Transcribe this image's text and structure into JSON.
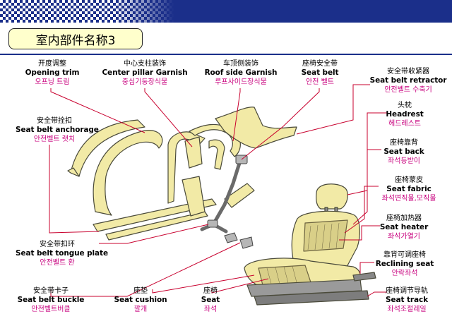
{
  "title": "室内部件名称3",
  "colors": {
    "accent": "#1b2f8a",
    "title_bg": "#ffffcc",
    "korean_text": "#c8007e",
    "leader_line": "#c8002e",
    "part_fill": "#f2eaa6"
  },
  "labels": {
    "opening_trim": {
      "zh": "开度调整",
      "en": "Opening trim",
      "ko": "오프닝 트림"
    },
    "center_pillar_garnish": {
      "zh": "中心支柱装饰",
      "en": "Center pillar Garnish",
      "ko": "중심기둥장식물"
    },
    "roof_side_garnish": {
      "zh": "车顶侧装饰",
      "en": "Roof side Garnish",
      "ko": "루프사이드장식물"
    },
    "seat_belt": {
      "zh": "座椅安全带",
      "en": "Seat belt",
      "ko": "안전 벨트"
    },
    "seat_belt_retractor": {
      "zh": "安全带收紧器",
      "en": "Seat belt retractor",
      "ko": "안전벨트 수축기"
    },
    "seat_belt_anchorage": {
      "zh": "安全带拴扣",
      "en": "Seat belt anchorage",
      "ko": "안전벨트 랫치"
    },
    "headrest": {
      "zh": "头枕",
      "en": "Headrest",
      "ko": "헤드레스트"
    },
    "seat_back": {
      "zh": "座椅靠背",
      "en": "Seat back",
      "ko": "좌석등받이"
    },
    "seat_fabric": {
      "zh": "座椅蒙皮",
      "en": "Seat fabric",
      "ko": "좌석면직물,모직물"
    },
    "seat_heater": {
      "zh": "座椅加热器",
      "en": "Seat heater",
      "ko": "좌석가열기"
    },
    "seat_belt_tongue_plate": {
      "zh": "安全带扣环",
      "en": "Seat belt tongue plate",
      "ko": "안전벨트 환"
    },
    "reclining_seat": {
      "zh": "靠背可调座椅",
      "en": "Reclining seat",
      "ko": "안락좌석"
    },
    "seat_belt_buckle": {
      "zh": "安全带卡子",
      "en": "Seat belt buckle",
      "ko": "안전벨트버클"
    },
    "seat_cushion": {
      "zh": "座垫",
      "en": "Seat cushion",
      "ko": "깔개"
    },
    "seat": {
      "zh": "座椅",
      "en": "Seat",
      "ko": "좌석"
    },
    "seat_track": {
      "zh": "座椅调节导轨",
      "en": "Seat track",
      "ko": "좌석조절레일"
    }
  }
}
